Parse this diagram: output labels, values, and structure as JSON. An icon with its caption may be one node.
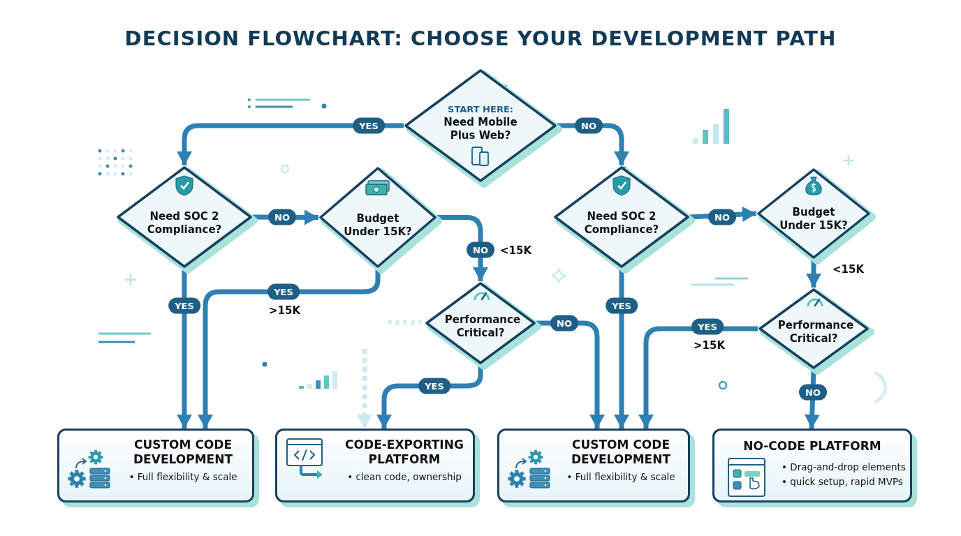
{
  "diagram": {
    "title": "DECISION FLOWCHART: CHOOSE YOUR DEVELOPMENT PATH",
    "nodes": [
      {
        "text": [
          "START HERE:",
          "Need Mobile Plus Web?"
        ]
      },
      {
        "text": [
          "Need SOC 2 Compliance?"
        ]
      },
      {
        "text": [
          "Budget Under 15K?"
        ]
      },
      {
        "text": [
          "Performance Critical?"
        ]
      },
      {
        "text": [
          "Need SOC 2 Compliance?"
        ]
      },
      {
        "text": [
          "Budget Under 15K?"
        ]
      },
      {
        "text": [
          "Performance Critical?"
        ]
      },
      {
        "text": [
          "CUSTOM CODE DEVELOPMENT",
          "• Full flexibility & scale"
        ]
      },
      {
        "text": [
          "CODE-EXPORTING PLATFORM",
          "• clean code, ownership"
        ]
      },
      {
        "text": [
          "CUSTOM CODE DEVELOPMENT",
          "• Full flexibility & scale"
        ]
      },
      {
        "text": [
          "NO-CODE PLATFORM",
          "• Drag-and-drop elements",
          "• quick setup, rapid MVPs"
        ]
      }
    ],
    "edges": [
      {
        "from": 0,
        "to": 1,
        "label": "YES",
        "arrow": "to"
      },
      {
        "from": 0,
        "to": 4,
        "label": "NO",
        "arrow": "to"
      },
      {
        "from": 1,
        "to": 2,
        "label": "NO",
        "arrow": "to"
      },
      {
        "from": 1,
        "to": 7,
        "label": "YES",
        "arrow": "to"
      },
      {
        "from": 2,
        "to": 7,
        "label": "YES",
        "arrow": "to"
      },
      {
        "from": 2,
        "to": 3,
        "label": "NO",
        "arrow": "to"
      },
      {
        "from": 3,
        "to": 9,
        "label": "NO",
        "arrow": "to"
      },
      {
        "from": 3,
        "to": 8,
        "label": "YES",
        "arrow": "to"
      },
      {
        "from": 4,
        "to": 5,
        "label": "NO",
        "arrow": "to"
      },
      {
        "from": 4,
        "to": 9,
        "label": "YES",
        "arrow": "to"
      },
      {
        "from": 5,
        "to": 6,
        "arrow": "to"
      },
      {
        "from": 6,
        "to": 9,
        "label": "YES",
        "arrow": "to"
      },
      {
        "from": 6,
        "to": 10,
        "label": "NO",
        "arrow": "to"
      },
      {
        "from": null,
        "to": 8,
        "arrow": "to",
        "style": "dashed",
        "color": "#cde9ee"
      }
    ],
    "labels": [
      "<15K",
      "<15K",
      ">15K",
      ">15K"
    ]
  }
}
